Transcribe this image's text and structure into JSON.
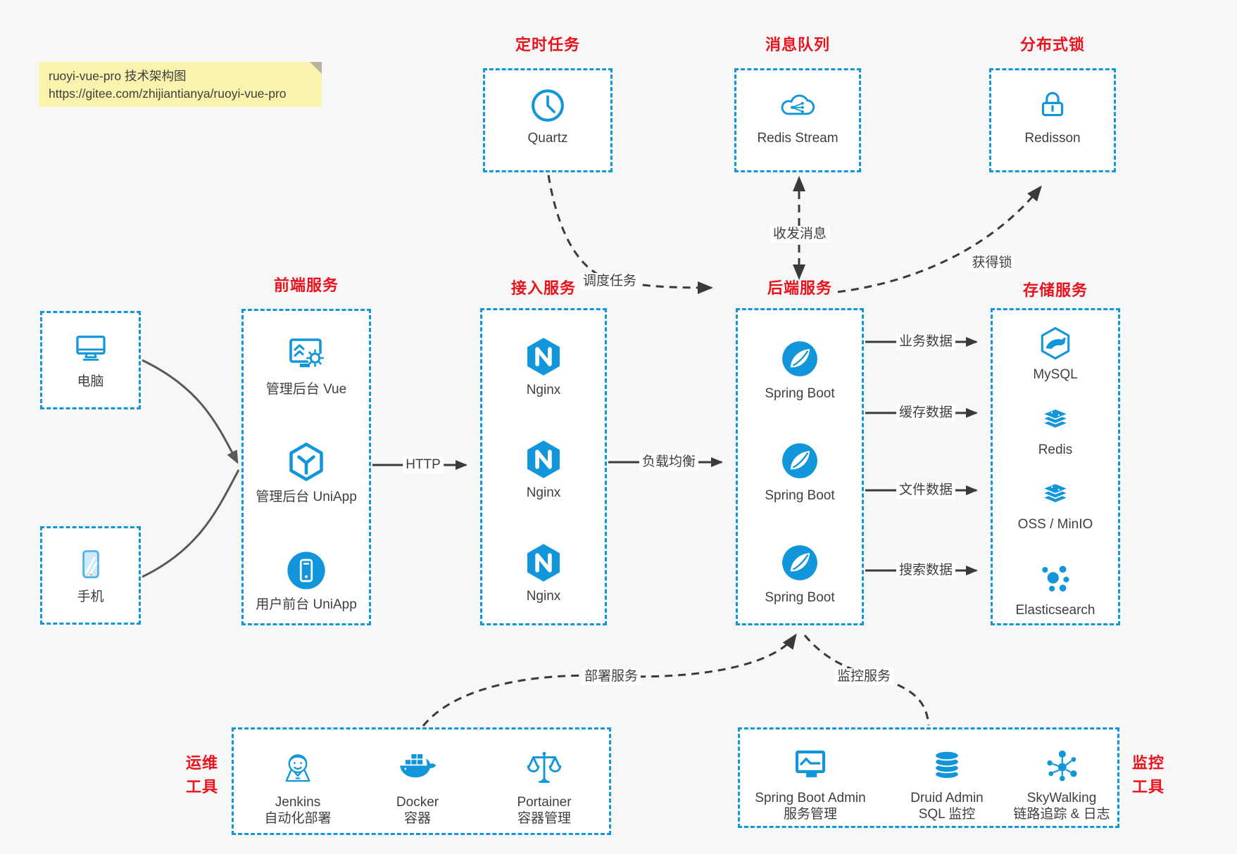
{
  "note": {
    "line1": "ruoyi-vue-pro 技术架构图",
    "line2": "https://gitee.com/zhijiantianya/ruoyi-vue-pro"
  },
  "palette": {
    "accent_blue": "#1296db",
    "title_red": "#e8131d",
    "arrow_dark": "#3a3a3a",
    "client_arrow_gray": "#595959",
    "note_bg": "#f9f3ad",
    "canvas_bg": "#f7f7f7",
    "box_bg": "#ffffff"
  },
  "top_services": [
    {
      "title": "定时任务",
      "label": "Quartz",
      "icon": "clock-icon"
    },
    {
      "title": "消息队列",
      "label": "Redis Stream",
      "icon": "cloud-stream-icon"
    },
    {
      "title": "分布式锁",
      "label": "Redisson",
      "icon": "lock-icon"
    }
  ],
  "clients": [
    {
      "label": "电脑",
      "icon": "desktop-icon"
    },
    {
      "label": "手机",
      "icon": "smartphone-icon"
    }
  ],
  "columns": {
    "frontend": {
      "title": "前端服务",
      "items": [
        {
          "label": "管理后台 Vue",
          "icon": "admin-vue-icon"
        },
        {
          "label": "管理后台 UniApp",
          "icon": "uniapp-cube-icon"
        },
        {
          "label": "用户前台 UniApp",
          "icon": "mobile-app-icon"
        }
      ]
    },
    "gateway": {
      "title": "接入服务",
      "items": [
        {
          "label": "Nginx",
          "icon": "nginx-icon"
        },
        {
          "label": "Nginx",
          "icon": "nginx-icon"
        },
        {
          "label": "Nginx",
          "icon": "nginx-icon"
        }
      ]
    },
    "backend": {
      "title": "后端服务",
      "items": [
        {
          "label": "Spring Boot",
          "icon": "spring-boot-icon"
        },
        {
          "label": "Spring Boot",
          "icon": "spring-boot-icon"
        },
        {
          "label": "Spring Boot",
          "icon": "spring-boot-icon"
        }
      ]
    },
    "storage": {
      "title": "存储服务",
      "items": [
        {
          "label": "MySQL",
          "icon": "mysql-icon"
        },
        {
          "label": "Redis",
          "icon": "redis-icon"
        },
        {
          "label": "OSS / MinIO",
          "icon": "oss-icon"
        },
        {
          "label": "Elasticsearch",
          "icon": "elasticsearch-icon"
        }
      ]
    }
  },
  "edges": {
    "http": "HTTP",
    "load_balance": "负载均衡",
    "schedule": "调度任务",
    "messages": "收发消息",
    "get_lock": "获得锁",
    "business_data": "业务数据",
    "cache_data": "缓存数据",
    "file_data": "文件数据",
    "search_data": "搜索数据",
    "deploy": "部署服务",
    "monitor": "监控服务"
  },
  "ops_tools": {
    "title_line1": "运维",
    "title_line2": "工具",
    "items": [
      {
        "name": "Jenkins",
        "desc": "自动化部署",
        "icon": "jenkins-icon"
      },
      {
        "name": "Docker",
        "desc": "容器",
        "icon": "docker-icon"
      },
      {
        "name": "Portainer",
        "desc": "容器管理",
        "icon": "portainer-icon"
      }
    ]
  },
  "monitor_tools": {
    "title_line1": "监控",
    "title_line2": "工具",
    "items": [
      {
        "name": "Spring Boot Admin",
        "desc": "服务管理",
        "icon": "spring-boot-admin-icon"
      },
      {
        "name": "Druid Admin",
        "desc": "SQL 监控",
        "icon": "druid-icon"
      },
      {
        "name": "SkyWalking",
        "desc": "链路追踪 & 日志",
        "icon": "skywalking-icon"
      }
    ]
  }
}
